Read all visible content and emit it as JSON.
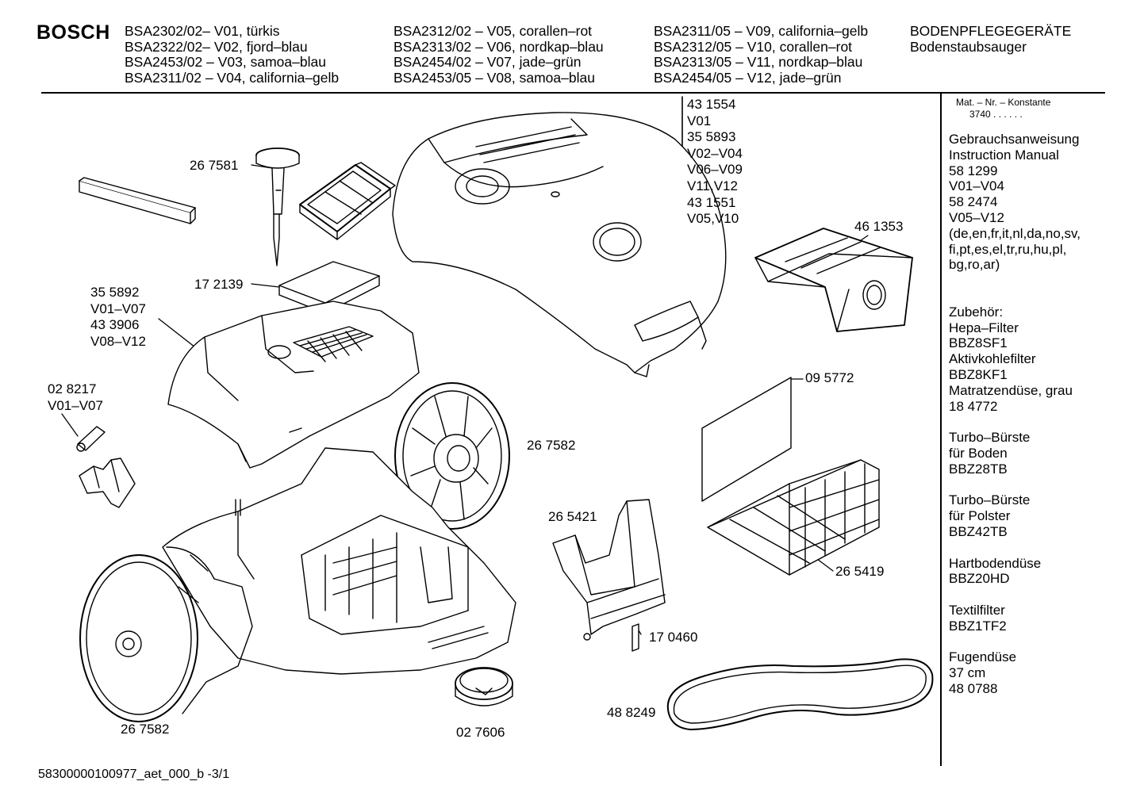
{
  "header": {
    "brand": "BOSCH",
    "models_col1": [
      "BSA2302/02– V01, türkis",
      "BSA2322/02– V02, fjord–blau",
      "BSA2453/02 – V03, samoa–blau",
      "BSA2311/02 – V04, california–gelb"
    ],
    "models_col2": [
      "BSA2312/02 – V05, corallen–rot",
      "BSA2313/02 – V06, nordkap–blau",
      "BSA2454/02 – V07, jade–grün",
      "BSA2453/05 – V08, samoa–blau"
    ],
    "models_col3": [
      "BSA2311/05 – V09, california–gelb",
      "BSA2312/05 – V10, corallen–rot",
      "BSA2313/05 – V11, nordkap–blau",
      "BSA2454/05 – V12, jade–grün"
    ],
    "category": "BODENPFLEGEGERÄTE",
    "subcategory": "Bodenstaubsauger"
  },
  "parts": {
    "cover_stack": [
      "43 1554",
      "V01",
      "35 5893",
      "V02–V04",
      "V06–V09",
      "V11,V12",
      "43 1551",
      "V05,V10"
    ],
    "p267581": "26 7581",
    "p172139": "17 2139",
    "frame_stack": [
      "35 5892",
      "V01–V07",
      "43 3906",
      "V08–V12"
    ],
    "battery_stack": [
      "02 8217",
      "V01–V07"
    ],
    "p461353": "46 1353",
    "p095772": "09 5772",
    "p267582_wheel": "26 7582",
    "p265421": "26 5421",
    "p265419": "26 5419",
    "p170460": "17 0460",
    "p488249": "48 8249",
    "p267582_bottom": "26 7582",
    "p027606": "02 7606"
  },
  "sidebar": {
    "mat_line1": "Mat. – Nr. – Konstante",
    "mat_line2": "3740 .  .  .  .  .  .",
    "lines": [
      "Gebrauchsanweisung",
      "Instruction Manual",
      "58 1299",
      "V01–V04",
      "58 2474",
      "V05–V12",
      "(de,en,fr,it,nl,da,no,sv,",
      "fi,pt,es,el,tr,ru,hu,pl,",
      "bg,ro,ar)",
      "",
      "",
      "Zubehör:",
      "Hepa–Filter",
      "BBZ8SF1",
      "Aktivkohlefilter",
      "BBZ8KF1",
      "Matratzendüse, grau",
      "18 4772",
      "",
      "Turbo–Bürste",
      "für Boden",
      "BBZ28TB",
      "",
      "Turbo–Bürste",
      "für Polster",
      "BBZ42TB",
      "",
      "Hartbodendüse",
      "BBZ20HD",
      "",
      "Textilfilter",
      "BBZ1TF2",
      "",
      "Fugendüse",
      "37 cm",
      "48 0788"
    ]
  },
  "footer": {
    "doc_id": "58300000100977_aet_000_b -3/1"
  }
}
